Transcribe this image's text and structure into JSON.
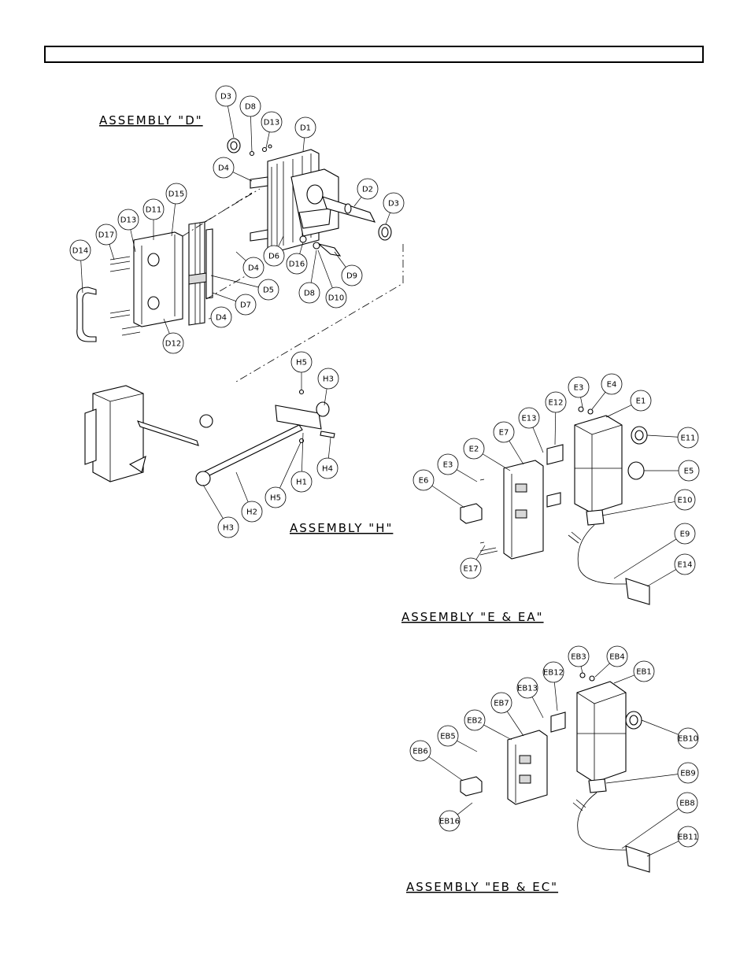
{
  "titles": {
    "d": "ASSEMBLY \"D\"",
    "h": "ASSEMBLY \"H\"",
    "e": "ASSEMBLY \"E & EA\"",
    "eb": "ASSEMBLY \"EB & EC\""
  },
  "labels": {
    "d": [
      "D3",
      "D8",
      "D13",
      "D1",
      "D4",
      "D15",
      "D11",
      "D2",
      "D3",
      "D13",
      "D17",
      "D14",
      "D6",
      "D16",
      "D9",
      "D4",
      "D5",
      "D8",
      "D10",
      "D7",
      "D4",
      "D12"
    ],
    "h": [
      "H5",
      "H3",
      "H4",
      "H1",
      "H5",
      "H2",
      "H3"
    ],
    "e": [
      "E3",
      "E4",
      "E12",
      "E1",
      "E13",
      "E7",
      "E11",
      "E2",
      "E3",
      "E5",
      "E6",
      "E10",
      "E9",
      "E17",
      "E14"
    ],
    "eb": [
      "EB3",
      "EB4",
      "EB12",
      "EB1",
      "EB13",
      "EB7",
      "EB2",
      "EB10",
      "EB5",
      "EB6",
      "EB9",
      "EB8",
      "EB16",
      "EB11"
    ]
  }
}
